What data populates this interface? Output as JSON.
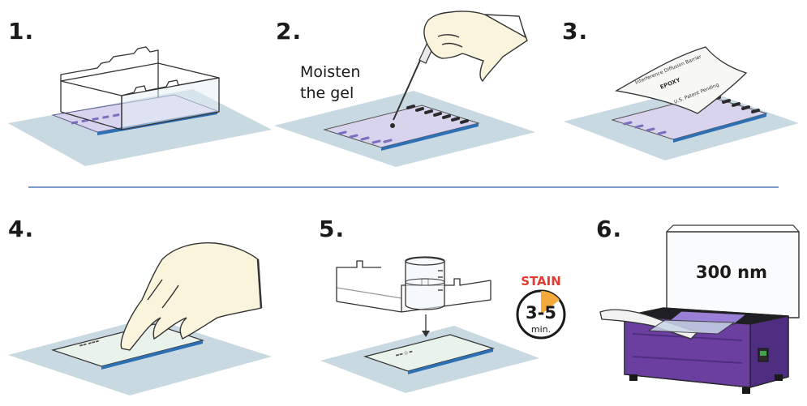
{
  "steps": [
    {
      "number": "1."
    },
    {
      "number": "2.",
      "note_line1": "Moisten",
      "note_line2": "the gel"
    },
    {
      "number": "3.",
      "sheet_text_1": "Interference Diffusion Barrier",
      "sheet_text_2": "U.S. Patent Pending",
      "sheet_logo": "EPOXY"
    },
    {
      "number": "4."
    },
    {
      "number": "5.",
      "stain_label": "STAIN",
      "timer_value": "3-5",
      "timer_unit": "min."
    },
    {
      "number": "6.",
      "wavelength": "300 nm"
    }
  ],
  "colors": {
    "mat": "#c9d9e1",
    "gel": "#d9d4ee",
    "gel_edge": "#2f6fb4",
    "band": "#7a6fc0",
    "glove": "#fbf4dc",
    "stain_red": "#e23a2e",
    "timer_orange": "#f3a93b",
    "transilluminator": "#6a3fa0",
    "divider": "#2f5fa8"
  },
  "icons": [
    "staining-tray-icon",
    "pipette-icon",
    "gloved-hand-icon",
    "beaker-icon",
    "timer-icon",
    "uv-transilluminator-icon",
    "down-arrow-icon"
  ]
}
